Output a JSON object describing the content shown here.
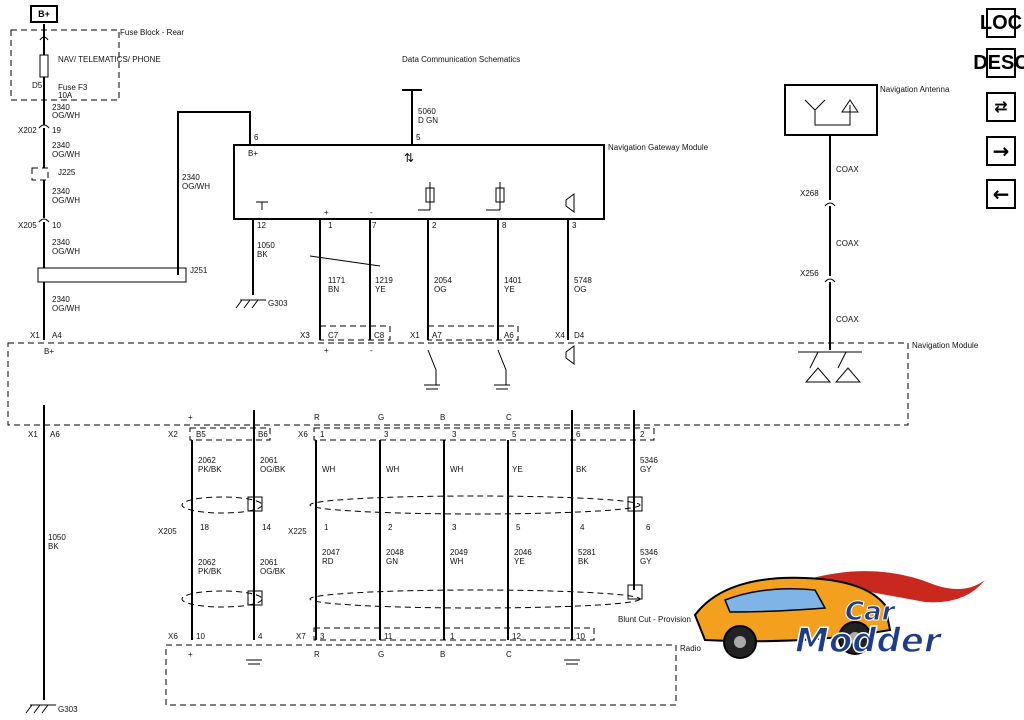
{
  "header": {
    "bplus": "B+"
  },
  "side_buttons": {
    "loc": "LOC",
    "desc": "DESC"
  },
  "labels": {
    "fuse_block": "Fuse Block - Rear",
    "fuse_desc": "NAV/ TELEMATICS/ PHONE",
    "fuse_f3": "Fuse F3",
    "fuse_amp": "10A",
    "fuse_d5": "D5",
    "w2340a": "2340",
    "w2340a_c": "OG/WH",
    "x202": "X202",
    "x202p": "19",
    "w2340b": "2340",
    "w2340b_c": "OG/WH",
    "j225": "J225",
    "w2340c": "2340",
    "w2340c_c": "OG/WH",
    "x205a": "X205",
    "x205ap": "10",
    "w2340d": "2340",
    "w2340d_c": "OG/WH",
    "j251": "J251",
    "w2340e": "2340",
    "w2340e_c": "OG/WH",
    "x1a": "X1",
    "a4": "A4",
    "bplus2": "B+",
    "w2340f": "2340",
    "w2340f_c": "OG/WH",
    "data_comm": "Data Communication Schematics",
    "w5060": "5060",
    "w5060_c": "D GN",
    "gw_title": "Navigation Gateway Module",
    "gw_bplus": "B+",
    "p6": "6",
    "p5": "5",
    "p12": "12",
    "p1": "1",
    "p7": "7",
    "p2": "2",
    "p8": "8",
    "p3": "3",
    "plus1": "+",
    "minus1": "-",
    "w1050a": "1050",
    "w1050a_c": "BK",
    "g303a": "G303",
    "w1171": "1171",
    "w1171_c": "BN",
    "w1219": "1219",
    "w1219_c": "YE",
    "w2054": "2054",
    "w2054_c": "OG",
    "w1401": "1401",
    "w1401_c": "YE",
    "w5748": "5748",
    "w5748_c": "OG",
    "x3": "X3",
    "c7": "C7",
    "c8": "C8",
    "x1b": "X1",
    "a7": "A7",
    "a6": "A6",
    "x4": "X4",
    "d4": "D4",
    "plus2": "+",
    "minus2": "-",
    "nav_ant": "Navigation Antenna",
    "coax1": "COAX",
    "x268": "X268",
    "coax2": "COAX",
    "x256": "X256",
    "coax3": "COAX",
    "nav_module": "Navigation Module",
    "x1c": "X1",
    "a6b": "A6",
    "w1050b": "1050",
    "w1050b_c": "BK",
    "g303b": "G303",
    "x2": "X2",
    "b5": "B5",
    "b6": "B6",
    "plus3": "+",
    "w2062a": "2062",
    "w2062a_c": "PK/BK",
    "w2061a": "2061",
    "w2061a_c": "OG/BK",
    "x205b": "X205",
    "p18": "18",
    "p14": "14",
    "w2062b": "2062",
    "w2062b_c": "PK/BK",
    "w2061b": "2061",
    "w2061b_c": "OG/BK",
    "x6a": "X6",
    "plus4": "+",
    "p10": "10",
    "p4": "4",
    "x6": "X6",
    "r1": "R",
    "g1": "G",
    "b1": "B",
    "c1": "C",
    "q1": "1",
    "q3": "3",
    "q4": "3",
    "q5": "5",
    "q6": "6",
    "q2": "2",
    "wh1": "WH",
    "wh2": "WH",
    "wh3": "WH",
    "ye1": "YE",
    "bk1": "BK",
    "w5346a": "5346",
    "w5346a_c": "GY",
    "x225": "X225",
    "s1": "1",
    "s2": "2",
    "s3": "3",
    "s5": "5",
    "s4": "4",
    "s6": "6",
    "w2047": "2047",
    "w2047_c": "RD",
    "w2048": "2048",
    "w2048_c": "GN",
    "w2049": "2049",
    "w2049_c": "WH",
    "w2046": "2046",
    "w2046_c": "YE",
    "w5281": "5281",
    "w5281_c": "BK",
    "w5346b": "5346",
    "w5346b_c": "GY",
    "blunt_cut": "Blunt Cut - Provision",
    "x7": "X7",
    "t3": "3",
    "t11": "11",
    "t1": "1",
    "t12": "12",
    "t10": "10",
    "r2": "R",
    "g2": "G",
    "b2": "B",
    "c2": "C",
    "radio": "Radio"
  },
  "logo": {
    "line1": "Car",
    "line2": "Modder"
  },
  "colors": {
    "ink": "#000000",
    "logo_fill": "#1c3c8c",
    "logo_orange": "#f2a01e",
    "logo_red": "#c8281e"
  }
}
